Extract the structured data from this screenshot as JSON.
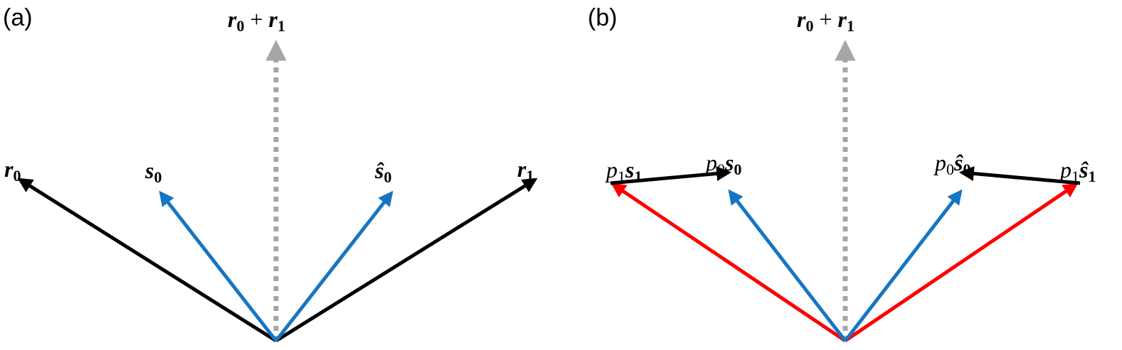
{
  "panels": [
    {
      "label": "(a)",
      "vectors": {
        "sum": {
          "symbol": "r",
          "sub": "0",
          "op": " + ",
          "symbol2": "r",
          "sub2": "1"
        },
        "r0": {
          "symbol": "r",
          "sub": "0"
        },
        "s0": {
          "symbol": "s",
          "sub": "0"
        },
        "s0_hat": {
          "symbol": "ŝ",
          "sub": "0"
        },
        "r1": {
          "symbol": "r",
          "sub": "1"
        }
      }
    },
    {
      "label": "(b)",
      "vectors": {
        "sum": {
          "symbol": "r",
          "sub": "0",
          "op": " + ",
          "symbol2": "r",
          "sub2": "1"
        },
        "p1s1": {
          "coef": "p",
          "coef_sub": "1",
          "symbol": "s",
          "sub": "1"
        },
        "p0s0": {
          "coef": "p",
          "coef_sub": "0",
          "symbol": "s",
          "sub": "0"
        },
        "p0s0_hat": {
          "coef": "p",
          "coef_sub": "0",
          "symbol": "ŝ",
          "sub": "0"
        },
        "p1s1_hat": {
          "coef": "p",
          "coef_sub": "1",
          "symbol": "ŝ",
          "sub": "1"
        }
      }
    }
  ],
  "colors": {
    "black": "#000000",
    "blue": "#1675c3",
    "red": "#ff0000",
    "gray_dotted": "#a6a6a6"
  }
}
